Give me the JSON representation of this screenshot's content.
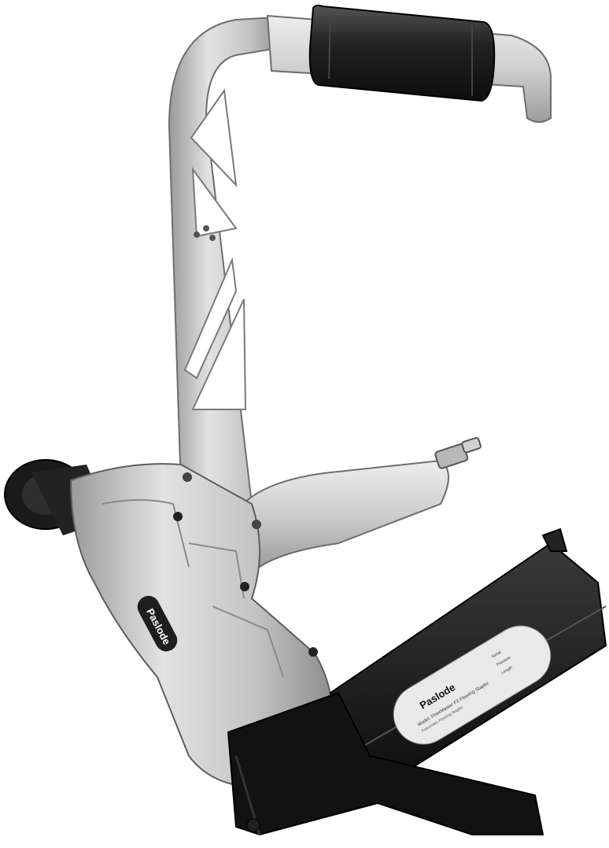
{
  "product": {
    "body_brand": "Paslode",
    "label_brand": "Paslode",
    "label_model_line": "Model: FloorMaster F3 Flooring Stapler",
    "label_subline": "Pneumatic Flooring Stapler",
    "label_fields": [
      "Serial",
      "Pressure",
      "Length"
    ]
  },
  "colors": {
    "background": "#ffffff",
    "aluminum": "#c9c9c9",
    "aluminum_light": "#e6e6e6",
    "aluminum_dark": "#8c8c8c",
    "rubber": "#2a2a2a",
    "magazine": "#1c1c1c",
    "base": "#111111",
    "label": "#e9e9e9"
  }
}
